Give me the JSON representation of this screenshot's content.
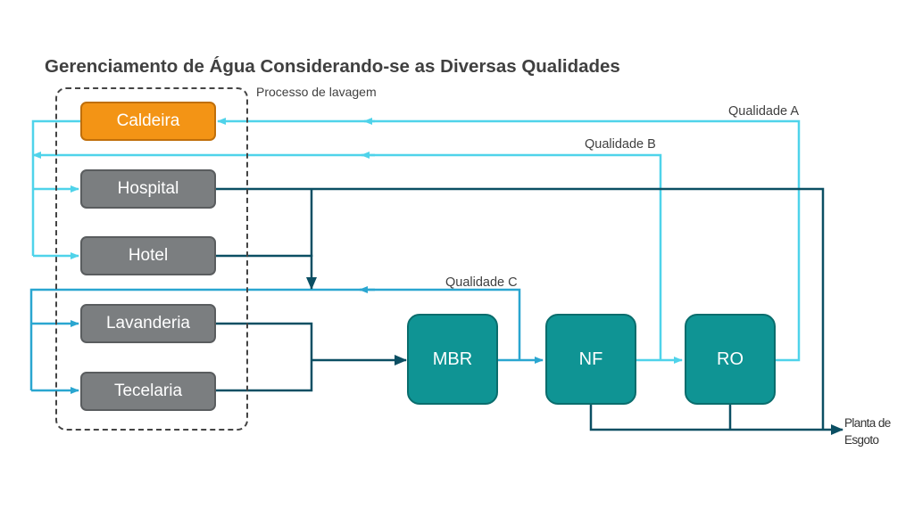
{
  "title": "Gerenciamento de Água Considerando-se as Diversas Qualidades",
  "group_label": "Processo de lavagem",
  "sources": {
    "caldeira": "Caldeira",
    "hospital": "Hospital",
    "hotel": "Hotel",
    "lavanderia": "Lavanderia",
    "tecelaria": "Tecelaria"
  },
  "processes": {
    "mbr": "MBR",
    "nf": "NF",
    "ro": "RO"
  },
  "labels": {
    "qualidade_a": "Qualidade A",
    "qualidade_b": "Qualidade B",
    "qualidade_c": "Qualidade C"
  },
  "output": {
    "line1": "Planta de",
    "line2": "Esgoto"
  },
  "colors": {
    "light_flow": "#4fd3ea",
    "mid_flow": "#2aa6d0",
    "dark_flow": "#0b4f63",
    "caldeira_fill": "#f39415",
    "source_fill": "#7b7e80",
    "process_fill": "#0f9494"
  }
}
